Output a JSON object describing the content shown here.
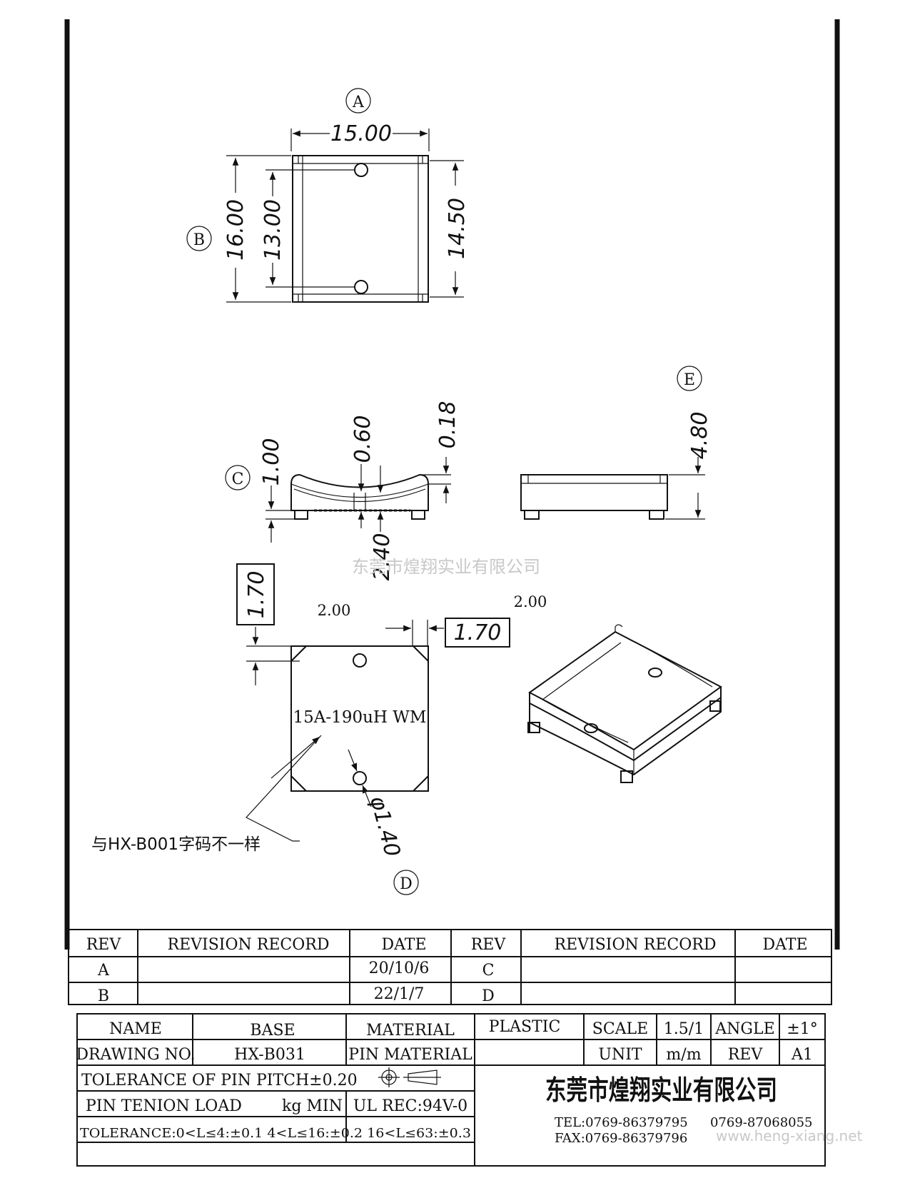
{
  "views": {
    "A": {
      "label": "A",
      "width": "15.00",
      "height_outer": "16.00",
      "height_holes": "13.00",
      "height_inner": "14.50",
      "label_b": "B"
    },
    "C": {
      "label": "C",
      "dim_1": "1.00",
      "dim_2": "0.60",
      "dim_3": "0.18",
      "dim_4": "2.40"
    },
    "E": {
      "label": "E",
      "height": "4.80"
    },
    "D": {
      "label": "D",
      "box_left": "1.70",
      "box_right": "1.70",
      "gap_left": "2.00",
      "gap_right": "2.00",
      "marking": "15A-190uH WM",
      "hole_dia": "φ1.40",
      "note": "与HX-B001字码不一样"
    }
  },
  "watermark": "东莞市煌翔实业有限公司",
  "revision_table": {
    "headers": [
      "REV",
      "REVISION RECORD",
      "DATE",
      "REV",
      "REVISION RECORD",
      "DATE"
    ],
    "rows": [
      [
        "A",
        "",
        "20/10/6",
        "C",
        "",
        ""
      ],
      [
        "B",
        "",
        "22/1/7",
        "D",
        "",
        ""
      ]
    ]
  },
  "title_block": {
    "name_label": "NAME",
    "name_value": "BASE",
    "material_label": "MATERIAL",
    "material_value": "PLASTIC",
    "scale_label": "SCALE",
    "scale_value": "1.5/1",
    "angle_label": "ANGLE",
    "angle_value": "±1°",
    "drawing_no_label": "DRAWING NO.",
    "drawing_no_value": "HX-B031",
    "pin_material_label": "PIN MATERIAL",
    "pin_material_value": "",
    "unit_label": "UNIT",
    "unit_value": "m/m",
    "rev_label": "REV",
    "rev_value": "A1",
    "tolerance_pitch": "TOLERANCE OF PIN PITCH±0.20",
    "pin_tension_label": "PIN TENION LOAD",
    "pin_tension_unit": "kg MIN",
    "ul_rec": "UL REC:94V-0",
    "tolerance_general": "TOLERANCE:0<L≤4:±0.1  4<L≤16:±0.2  16<L≤63:±0.3",
    "company": "东莞市煌翔实业有限公司",
    "tel": "TEL:0769-86379795",
    "tel2": "0769-87068055",
    "fax": "FAX:0769-86379796",
    "website": "www.heng-xiang.net"
  }
}
